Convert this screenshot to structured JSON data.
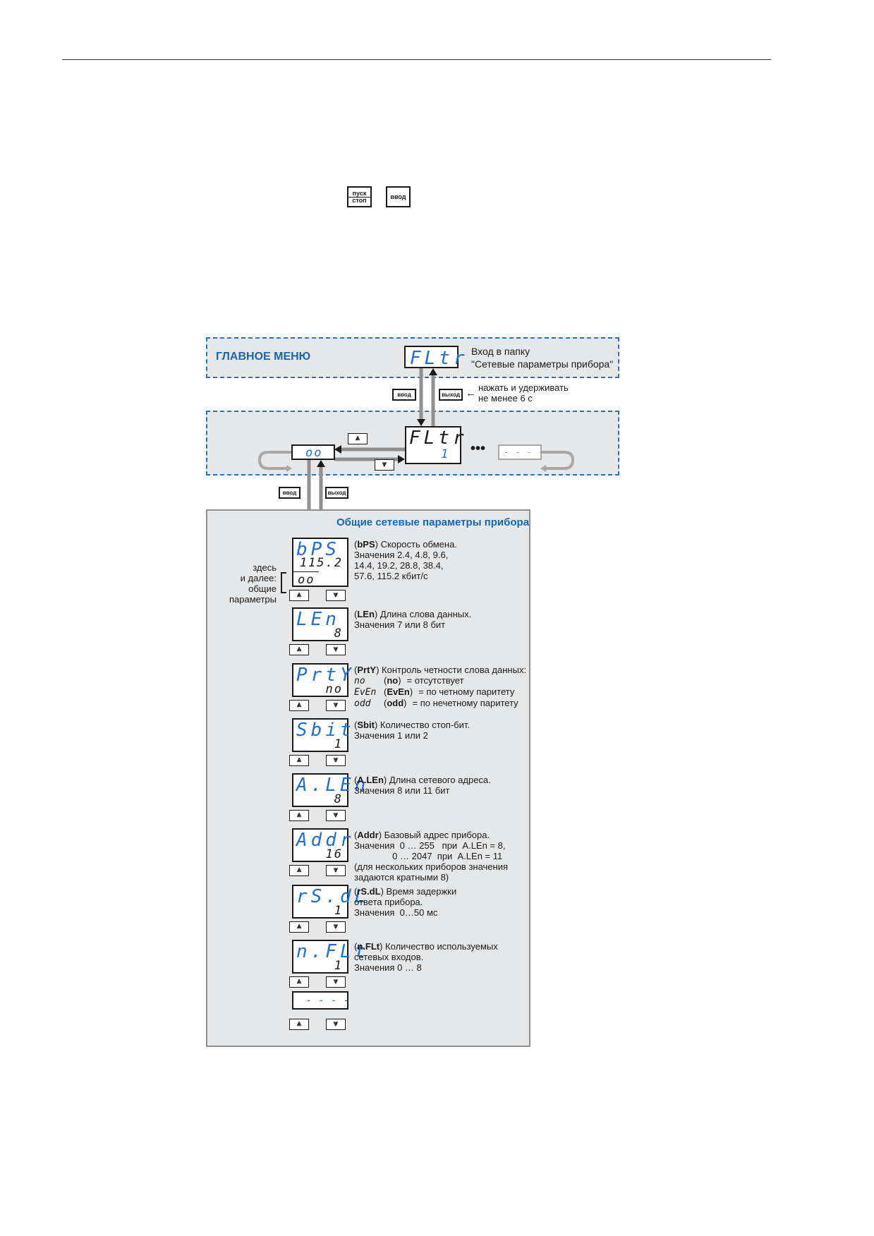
{
  "keys": {
    "pusk": "ПУСК",
    "stop": "СТОП",
    "vvod": "ВВОД",
    "vyhod": "ВЫХОД"
  },
  "main_menu": {
    "label": "ГЛАВНОЕ МЕНЮ",
    "display": "FLtr",
    "entry_line1": "Вход в папку",
    "entry_line2": "\"Сетевые параметры прибора\"",
    "hold_line1": "нажать и удерживать",
    "hold_line2": "не менее 6 с",
    "arrow": "←"
  },
  "folder_row": {
    "common_display": "oo",
    "fltr_top": "FLtr",
    "fltr_bottom": "1",
    "ellipsis": "•••",
    "dashes": "- - - -",
    "up_symbol": "⩓",
    "down_symbol": "⩔"
  },
  "common_panel": {
    "title": "Общие сетевые параметры прибора",
    "bracket_text": [
      "здесь",
      "и далее:",
      "общие",
      "параметры"
    ],
    "params": [
      {
        "top": "bPS",
        "bottom": "115.2",
        "extra": "oo",
        "code": "bPS",
        "lines": [
          ") Скорость  обмена.",
          "Значения 2.4, 4.8, 9.6,",
          "14.4, 19.2, 28.8, 38.4,",
          "57.6, 115.2 кбит/с"
        ]
      },
      {
        "top": "LEn",
        "bottom": "8",
        "code": "LEn",
        "lines": [
          ") Длина слова данных.",
          "Значения 7 или 8 бит"
        ]
      },
      {
        "top": "PrtY",
        "bottom": "no",
        "code": "PrtY",
        "lines": [
          ") Контроль четности слова данных:"
        ],
        "options": [
          {
            "seg": "no",
            "code": "no",
            "desc": "= отсутствует"
          },
          {
            "seg": "EvEn",
            "code": "EvEn",
            "desc": "= по четному паритету"
          },
          {
            "seg": "odd",
            "code": "odd",
            "desc": "= по нечетному паритету"
          }
        ]
      },
      {
        "top": "Sbit",
        "bottom": "1",
        "code": "Sbit",
        "lines": [
          ") Количество стоп-бит.",
          "Значения 1 или 2"
        ]
      },
      {
        "top": "A.LEn",
        "bottom": "8",
        "code": "A.LEn",
        "lines": [
          ") Длина сетевого адреса.",
          "Значения 8 или 11 бит"
        ]
      },
      {
        "top": "Addr",
        "bottom": "16",
        "code": "Addr",
        "lines": [
          ") Базовый адрес прибора.",
          "Значения  0 … 255   при  A.LEn = 8,",
          "               0 … 2047  при  A.LEn = 11",
          "(для нескольких приборов значения",
          "задаются кратными 8)"
        ]
      },
      {
        "top": "rS.dL",
        "bottom": "1",
        "code": "rS.dL",
        "lines": [
          ") Время задержки",
          "ответа прибора.",
          "Значения  0…50 мс"
        ]
      },
      {
        "top": "n.FLt",
        "bottom": "1",
        "code": "n.FLt",
        "lines": [
          ") Количество используемых",
          "сетевых входов.",
          "Значения 0 … 8"
        ]
      }
    ],
    "end_display": "- - - -"
  },
  "colors": {
    "accent_blue": "#1667b3",
    "dash_blue": "#2f74b5",
    "panel_gray": "#e6e7e8",
    "line_gray": "#8f8f8f"
  }
}
